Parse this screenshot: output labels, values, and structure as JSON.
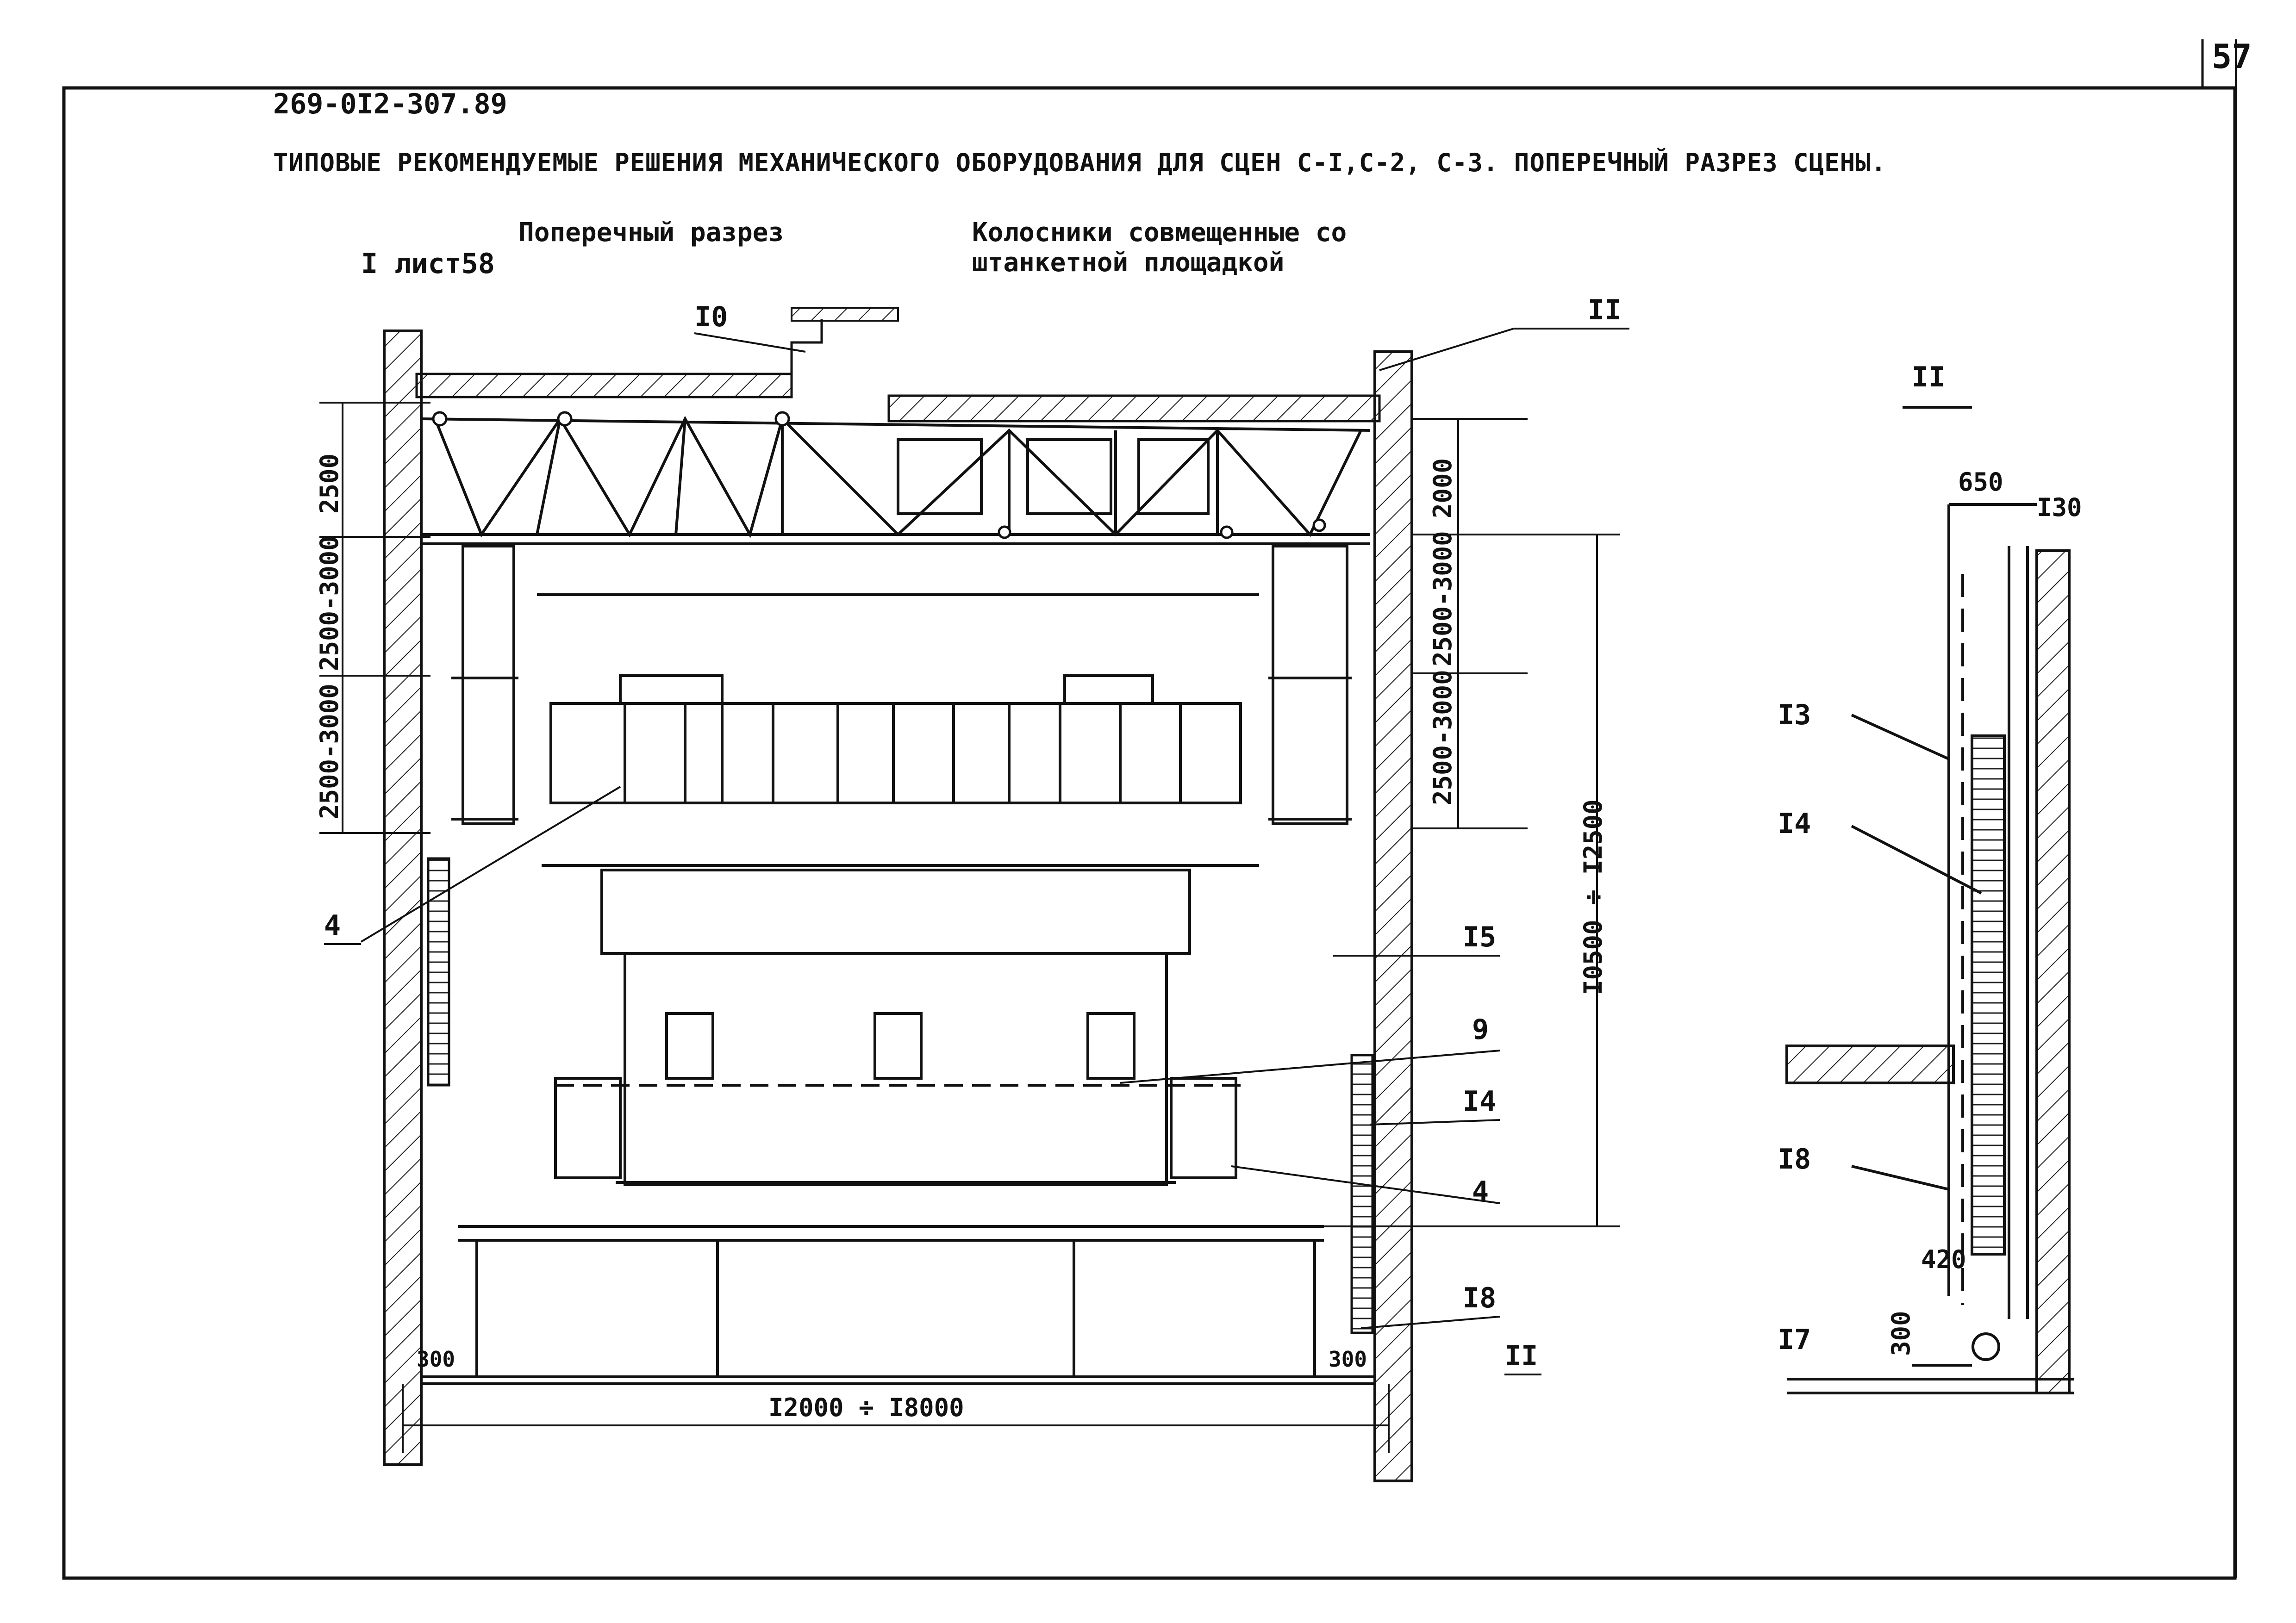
{
  "sheet": {
    "code": "269-0I2-307.89",
    "page_number": "57",
    "title": "ТИПОВЫЕ РЕКОМЕНДУЕМЫЕ РЕШЕНИЯ МЕХАНИЧЕСКОГО ОБОРУДОВАНИЯ ДЛЯ СЦЕН С-I,С-2, С-3. ПОПЕРЕЧНЫЙ РАЗРЕЗ СЦЕНЫ."
  },
  "main_section": {
    "view_title": "Поперечный разрез",
    "grid_title_line1": "Колосники совмещенные со",
    "grid_title_line2": "штанкетной площадкой",
    "ref_sheet": "I лист58",
    "callouts": {
      "c10": "I0",
      "c3": "II",
      "c4a": "4",
      "c15": "I5",
      "c9": "9",
      "c14": "I4",
      "c4b": "4",
      "c18": "I8",
      "c2": "II"
    },
    "dims_left": [
      "2500",
      "2500-3000",
      "2500-3000"
    ],
    "dims_right": [
      "2000",
      "2500-3000",
      "2500-3000"
    ],
    "dim_height": "I0500 ÷ I2500",
    "dim_width": "I2000 ÷ I8000",
    "dim_300_left": "300",
    "dim_300_right": "300"
  },
  "detail_section": {
    "view_title": "II",
    "dims": {
      "d650": "650",
      "d130": "I30",
      "d420": "420",
      "d300": "300"
    },
    "callouts": {
      "c13": "I3",
      "c14": "I4",
      "c18": "I8",
      "c17": "I7"
    }
  }
}
